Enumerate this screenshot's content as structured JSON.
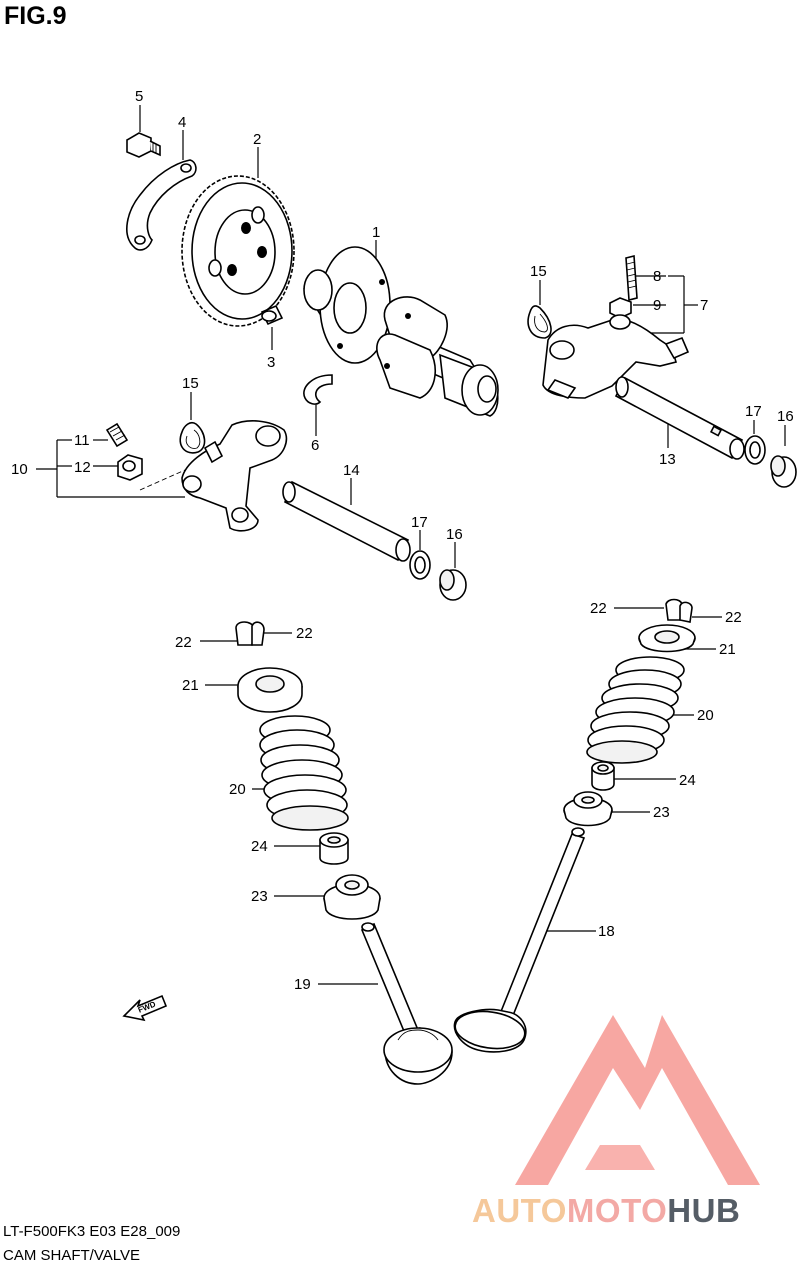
{
  "figure": {
    "title": "FIG.9"
  },
  "callouts": {
    "c1": "1",
    "c2": "2",
    "c3": "3",
    "c4": "4",
    "c5": "5",
    "c6": "6",
    "c7": "7",
    "c8": "8",
    "c9": "9",
    "c10": "10",
    "c11": "11",
    "c12": "12",
    "c13": "13",
    "c14": "14",
    "c15": "15",
    "c16": "16",
    "c17": "17",
    "c18": "18",
    "c19": "19",
    "c20": "20",
    "c21": "21",
    "c22": "22",
    "c23": "23",
    "c24": "24"
  },
  "direction_marker": {
    "label": "FWD"
  },
  "footer": {
    "code": "LT-F500FK3 E03 E28_009",
    "name": "CAM SHAFT/VALVE"
  },
  "watermark": {
    "part1": "AUTO",
    "part2": "MOTO",
    "part3": "HUB"
  },
  "colors": {
    "logo_red": "#f26c64",
    "logo_orange": "#f5a04a",
    "logo_gray": "#3c4550"
  }
}
